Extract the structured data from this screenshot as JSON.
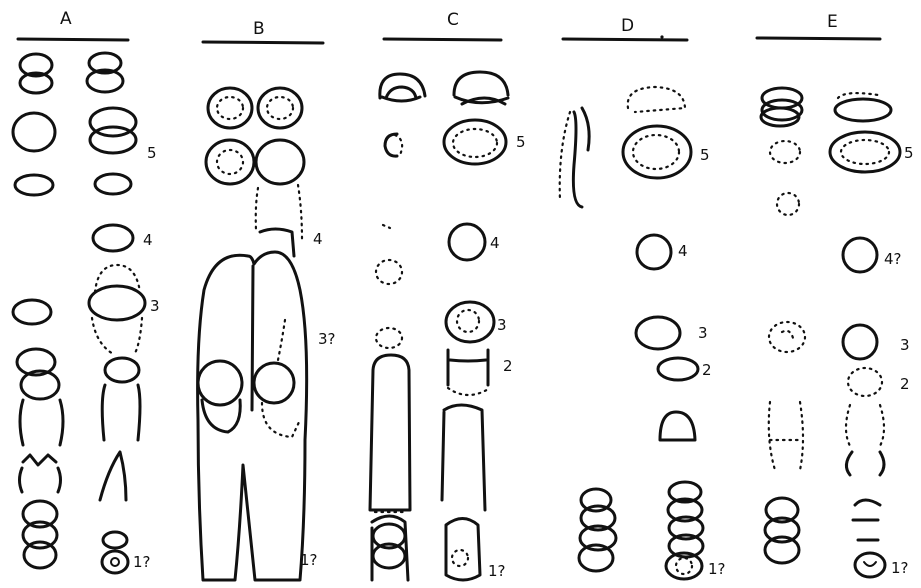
{
  "columns": [
    {
      "id": "A",
      "label": "A",
      "numbers": [
        "5",
        "4",
        "3",
        "1?"
      ]
    },
    {
      "id": "B",
      "label": "B",
      "numbers": [
        "4",
        "3?",
        "1?"
      ]
    },
    {
      "id": "C",
      "label": "C",
      "numbers": [
        "5",
        "4",
        "3",
        "2",
        "1?"
      ]
    },
    {
      "id": "D",
      "label": "D",
      "numbers": [
        "5",
        "4",
        "3",
        "2",
        "1?"
      ]
    },
    {
      "id": "E",
      "label": "E",
      "numbers": [
        "5",
        "4?",
        "3",
        "2",
        "1?"
      ]
    }
  ]
}
